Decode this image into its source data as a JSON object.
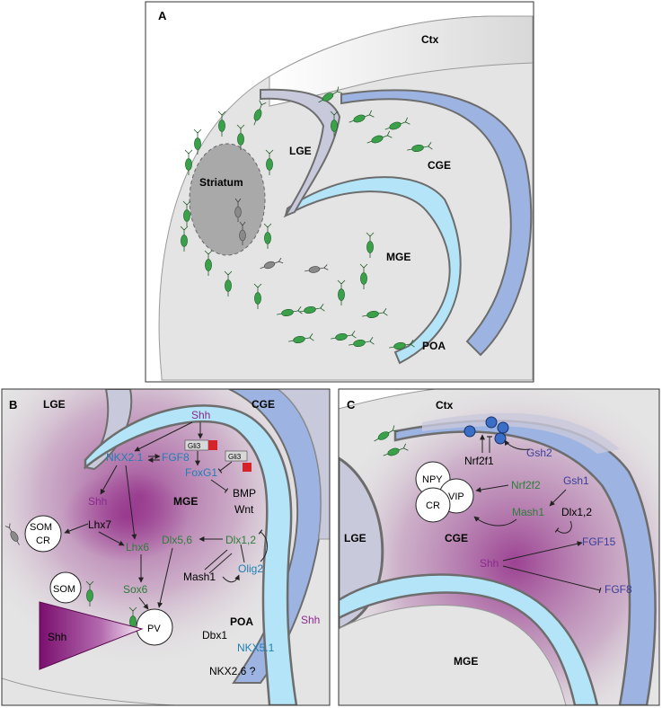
{
  "colors": {
    "panel_bg": "#e4e4e4",
    "lge_fill": "#c9c9dc",
    "blue_vz": "#b4e4f7",
    "purple_vz": "#9db4e2",
    "dark_rim": "#6d6d6d",
    "striatum": "#a9a9a9",
    "magenta_gradient": "#8a1a7e",
    "neuron_green": "#3aa04a",
    "gene_green": "#2f7d3a",
    "gene_blue": "#1f7fb6",
    "gene_magenta": "#8b2a8e",
    "gene_indigo": "#3a3e9a",
    "gli3_red": "#d4232a"
  },
  "panel_a": {
    "letter": "A",
    "labels": {
      "ctx": "Ctx",
      "lge": "LGE",
      "cge": "CGE",
      "mge": "MGE",
      "poa": "POA",
      "striatum": "Striatum"
    }
  },
  "panel_b": {
    "letter": "B",
    "regions": {
      "lge": "LGE",
      "cge": "CGE",
      "mge": "MGE",
      "poa": "POA"
    },
    "genes": {
      "shh_top": "Shh",
      "nkx21": "NKX2.1",
      "fgf8": "FGF8",
      "gli3_a": "Gli3",
      "gli3_b": "Gli3",
      "foxg1": "FoxG1",
      "bmp": "BMP",
      "wnt": "Wnt",
      "shh_mid": "Shh",
      "lhx7": "Lhx7",
      "lhx6": "Lhx6",
      "dlx56": "Dlx5,6",
      "dlx12": "Dlx1,2",
      "mash1": "Mash1",
      "olig2": "Olig2",
      "sox6": "Sox6",
      "dbx1": "Dbx1",
      "nkx51": "NKX5.1",
      "shh_right": "Shh",
      "nkx26": "NKX2.6 ?",
      "shh_triangle": "Shh"
    },
    "cells": {
      "som_cr_1": "SOM",
      "som_cr_2": "CR",
      "som": "SOM",
      "pv": "PV"
    }
  },
  "panel_c": {
    "letter": "C",
    "regions": {
      "ctx": "Ctx",
      "lge": "LGE",
      "cge": "CGE",
      "mge": "MGE"
    },
    "genes": {
      "gsh2": "Gsh2",
      "nrf2f1": "Nrf2f1",
      "nrf2f2": "Nrf2f2",
      "gsh1": "Gsh1",
      "mash1": "Mash1",
      "dlx12": "Dlx1,2",
      "shh": "Shh",
      "fgf15": "FGF15",
      "fgf8": "FGF8"
    },
    "cells": {
      "npy": "NPY",
      "vip": "VIP",
      "cr": "CR"
    }
  }
}
